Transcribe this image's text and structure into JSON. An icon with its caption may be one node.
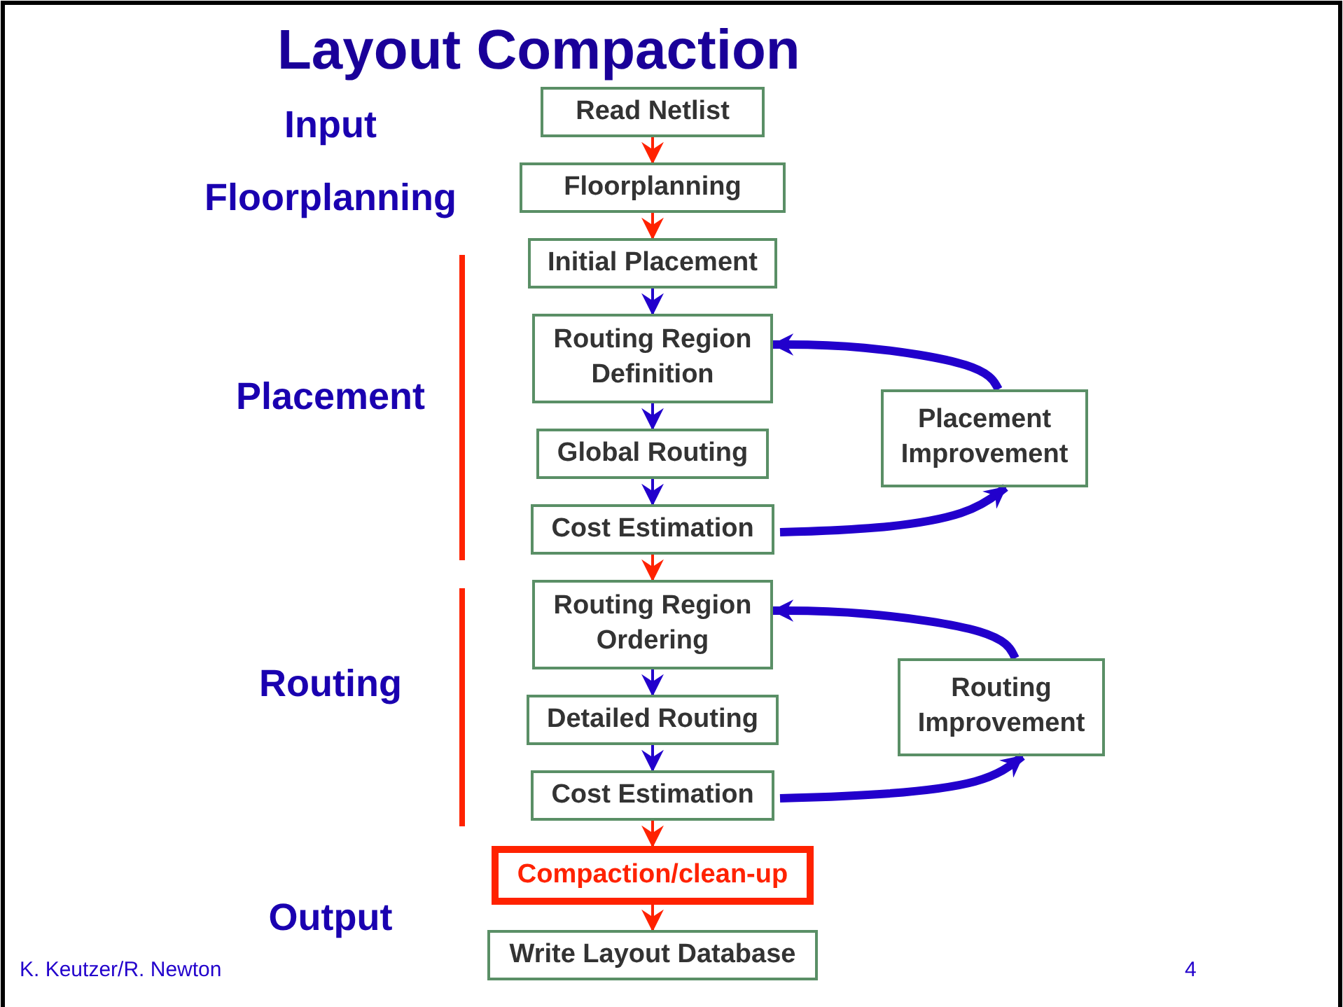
{
  "diagram": {
    "title": "Layout Compaction",
    "nodes": [
      {
        "text": [
          "Read Netlist"
        ]
      },
      {
        "text": [
          "Floorplanning"
        ]
      },
      {
        "text": [
          "Initial Placement"
        ]
      },
      {
        "text": [
          "Routing Region Definition"
        ]
      },
      {
        "text": [
          "Global Routing"
        ]
      },
      {
        "text": [
          "Cost Estimation"
        ]
      },
      {
        "text": [
          "Placement Improvement"
        ]
      },
      {
        "text": [
          "Routing Region Ordering"
        ]
      },
      {
        "text": [
          "Detailed Routing"
        ]
      },
      {
        "text": [
          "Cost Estimation"
        ]
      },
      {
        "text": [
          "Routing Improvement"
        ]
      },
      {
        "text": [
          "Compaction/clean-up"
        ]
      },
      {
        "text": [
          "Write Layout Database"
        ]
      }
    ],
    "edges": [
      {
        "from": 0,
        "to": 1,
        "arrow": "to",
        "color": "#ff2200"
      },
      {
        "from": 1,
        "to": 2,
        "arrow": "to",
        "color": "#ff2200"
      },
      {
        "from": 2,
        "to": 3,
        "arrow": "to"
      },
      {
        "from": 3,
        "to": 4,
        "arrow": "to"
      },
      {
        "from": 4,
        "to": 5,
        "arrow": "to"
      },
      {
        "from": 5,
        "to": 6,
        "arrow": "to",
        "style": "thick"
      },
      {
        "from": 6,
        "to": 3,
        "arrow": "to",
        "style": "thick"
      },
      {
        "from": 5,
        "to": 7,
        "arrow": "to",
        "color": "#ff2200"
      },
      {
        "from": 7,
        "to": 8,
        "arrow": "to"
      },
      {
        "from": 8,
        "to": 9,
        "arrow": "to"
      },
      {
        "from": 9,
        "to": 10,
        "arrow": "to",
        "style": "thick"
      },
      {
        "from": 10,
        "to": 7,
        "arrow": "to",
        "style": "thick"
      },
      {
        "from": 9,
        "to": 11,
        "arrow": "to",
        "color": "#ff2200"
      },
      {
        "from": 11,
        "to": 12,
        "arrow": "to",
        "color": "#ff2200"
      }
    ],
    "labels": [
      "Input",
      "Floorplanning",
      "Placement",
      "Routing",
      "Output",
      "K. Keutzer/R. Newton",
      "4"
    ]
  }
}
